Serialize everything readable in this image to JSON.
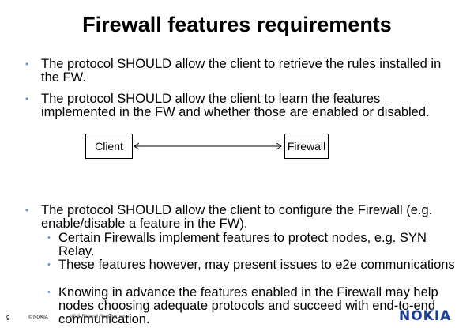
{
  "title": "Firewall features requirements",
  "bullets": [
    "The protocol SHOULD allow the client to retrieve the rules installed in the FW.",
    "The protocol SHOULD allow the client to learn the features implemented in the FW and whether those are enabled or disabled.",
    "The protocol SHOULD allow the client to configure the Firewall (e.g. enable/disable a feature in the FW)."
  ],
  "sub_bullets": [
    "Certain Firewalls implement features to protect nodes, e.g. SYN Relay.",
    "These features however, may present issues to e2e communications",
    "Knowing in advance the features enabled in the Firewall may help nodes choosing adequate protocols and succeed with end-to-end communication."
  ],
  "diagram": {
    "client_label": "Client",
    "firewall_label": "Firewall"
  },
  "footer": {
    "page_number": "9",
    "copyright": "© NOKIA",
    "presenter": "NSIS Firewall Requirements",
    "logo": "NOKIA"
  }
}
